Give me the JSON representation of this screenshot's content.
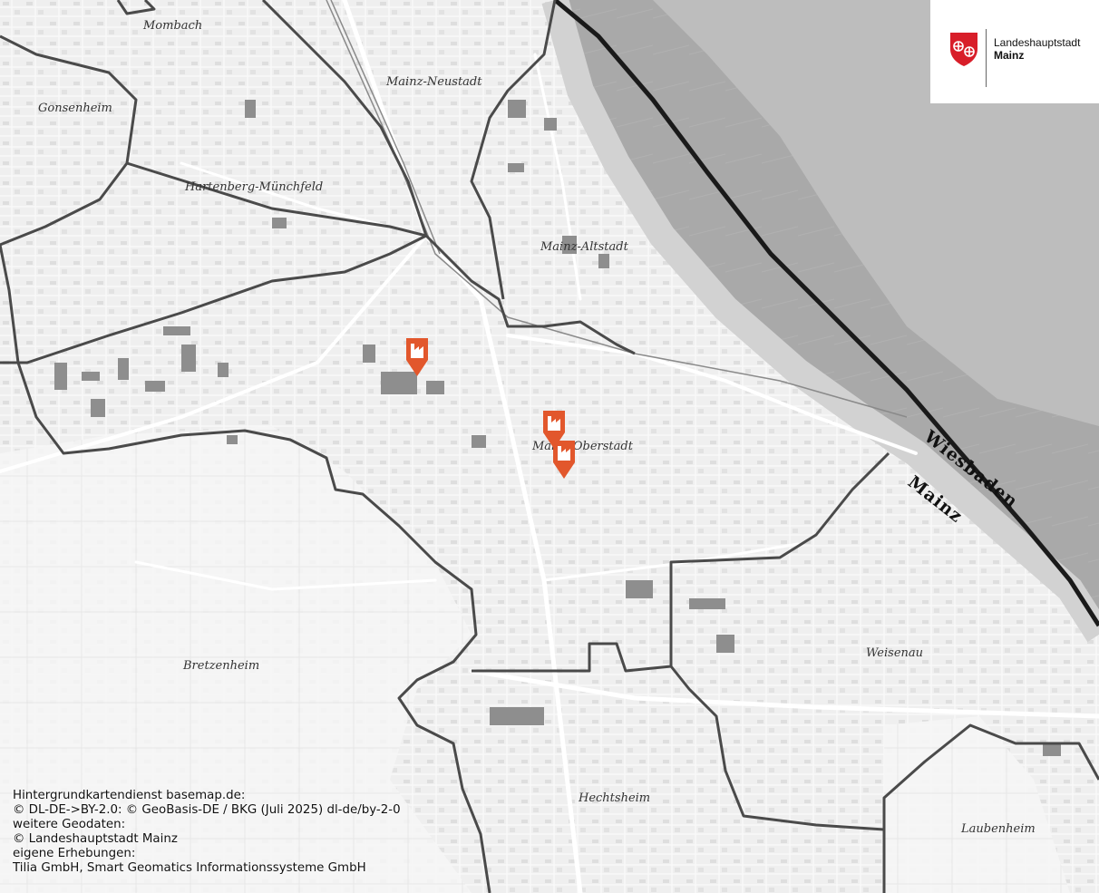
{
  "logo": {
    "line1": "Landeshauptstadt",
    "line2": "Mainz",
    "colors": {
      "shield": "#d81e29",
      "wheel": "#ffffff"
    }
  },
  "districts": {
    "mombach": "Mombach",
    "gonsenheim": "Gonsenheim",
    "neustadt": "Mainz-Neustadt",
    "hartenberg": "Hartenberg-Münchfeld",
    "altstadt": "Mainz-Altstadt",
    "oberstadt": "Mainz-Oberstadt",
    "bretzenheim": "Bretzenheim",
    "weisenau": "Weisenau",
    "hechtsheim": "Hechtsheim",
    "laubenheim": "Laubenheim"
  },
  "cities": {
    "wiesbaden": "Wiesbaden",
    "mainz": "Mainz"
  },
  "attribution": {
    "line1": "Hintergrundkartendienst basemap.de:",
    "line2": "© DL-DE->BY-2.0: © GeoBasis-DE / BKG (Juli 2025) dl-de/by-2-0",
    "line3": "weitere Geodaten:",
    "line4": "© Landeshauptstadt Mainz",
    "line5": "eigene Erhebungen:",
    "line6": "Tilia GmbH, Smart Geomatics Informationssysteme GmbH"
  },
  "markers": [
    {
      "name": "factory-marker",
      "color": "#e2572c"
    },
    {
      "name": "factory-marker",
      "color": "#e2572c"
    },
    {
      "name": "factory-marker",
      "color": "#e2572c"
    }
  ],
  "colors": {
    "land": "#efefef",
    "river": "#a9a9a9",
    "boundary": "#4a4a4a",
    "marker": "#e2572c"
  }
}
